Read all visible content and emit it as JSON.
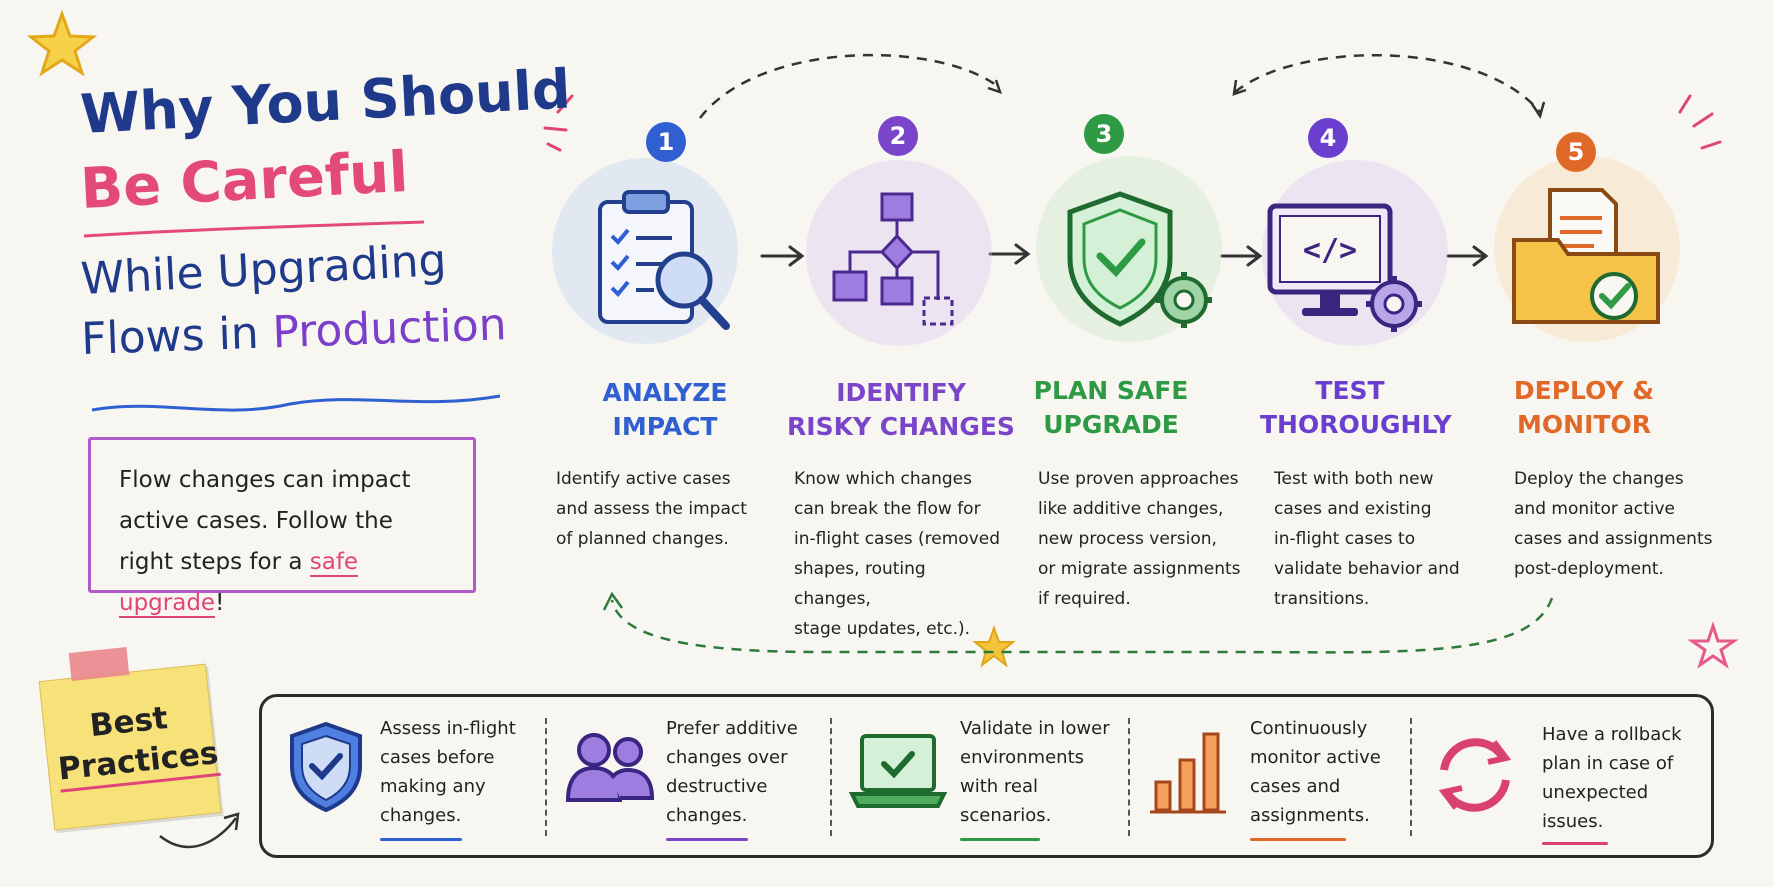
{
  "title": {
    "line1": "Why You Should",
    "line2": "Be Careful",
    "line3": "While Upgrading",
    "line4_part1": "Flows in ",
    "line4_part2": "Production"
  },
  "intro": {
    "text_before": "Flow changes can impact active cases. Follow the right steps for a ",
    "highlight": "safe upgrade",
    "text_after": "!"
  },
  "steps": [
    {
      "number": "1",
      "title": "ANALYZE\nIMPACT",
      "title_line1": "ANALYZE",
      "title_line2": "IMPACT",
      "color": "#2f5fd0",
      "description": "Identify active cases\nand assess the impact\nof planned changes.",
      "icon": "clipboard-magnifier-icon"
    },
    {
      "number": "2",
      "title_line1": "IDENTIFY",
      "title_line2": "RISKY CHANGES",
      "color": "#7b45c9",
      "description": "Know which changes\ncan break the flow for\nin-flight cases (removed\nshapes, routing changes,\nstage updates, etc.).",
      "icon": "flowchart-icon"
    },
    {
      "number": "3",
      "title_line1": "PLAN SAFE",
      "title_line2": "UPGRADE",
      "color": "#2e9a44",
      "description": "Use proven approaches\nlike additive changes,\nnew process version,\nor migrate assignments\nif required.",
      "icon": "shield-gear-icon"
    },
    {
      "number": "4",
      "title_line1": "TEST",
      "title_line2": "THOROUGHLY",
      "color": "#6a3fcf",
      "description": "Test with both new\ncases and existing\nin-flight cases to\nvalidate behavior and\ntransitions.",
      "icon": "monitor-code-icon"
    },
    {
      "number": "5",
      "title_line1": "DEPLOY &",
      "title_line2": "MONITOR",
      "color": "#e0692a",
      "description": "Deploy the changes\nand monitor active\ncases and assignments\npost-deployment.",
      "icon": "folder-check-icon"
    }
  ],
  "best_practices": {
    "label": "Best Practices",
    "label_line1": "Best",
    "label_line2": "Practices",
    "items": [
      {
        "text": "Assess in-flight\ncases before\nmaking any\nchanges.",
        "icon": "shield-check-icon",
        "color": "#2f5fd0"
      },
      {
        "text": "Prefer additive\nchanges over\ndestructive\nchanges.",
        "icon": "users-icon",
        "color": "#7b45c9"
      },
      {
        "text": "Validate in lower\nenvironments\nwith real\nscenarios.",
        "icon": "laptop-check-icon",
        "color": "#2e9a44"
      },
      {
        "text": "Continuously\nmonitor active\ncases and\nassignments.",
        "icon": "bar-chart-icon",
        "color": "#e0692a"
      },
      {
        "text": "Have a rollback\nplan in case of\nunexpected\nissues.",
        "icon": "rollback-icon",
        "color": "#d9426e"
      }
    ]
  }
}
